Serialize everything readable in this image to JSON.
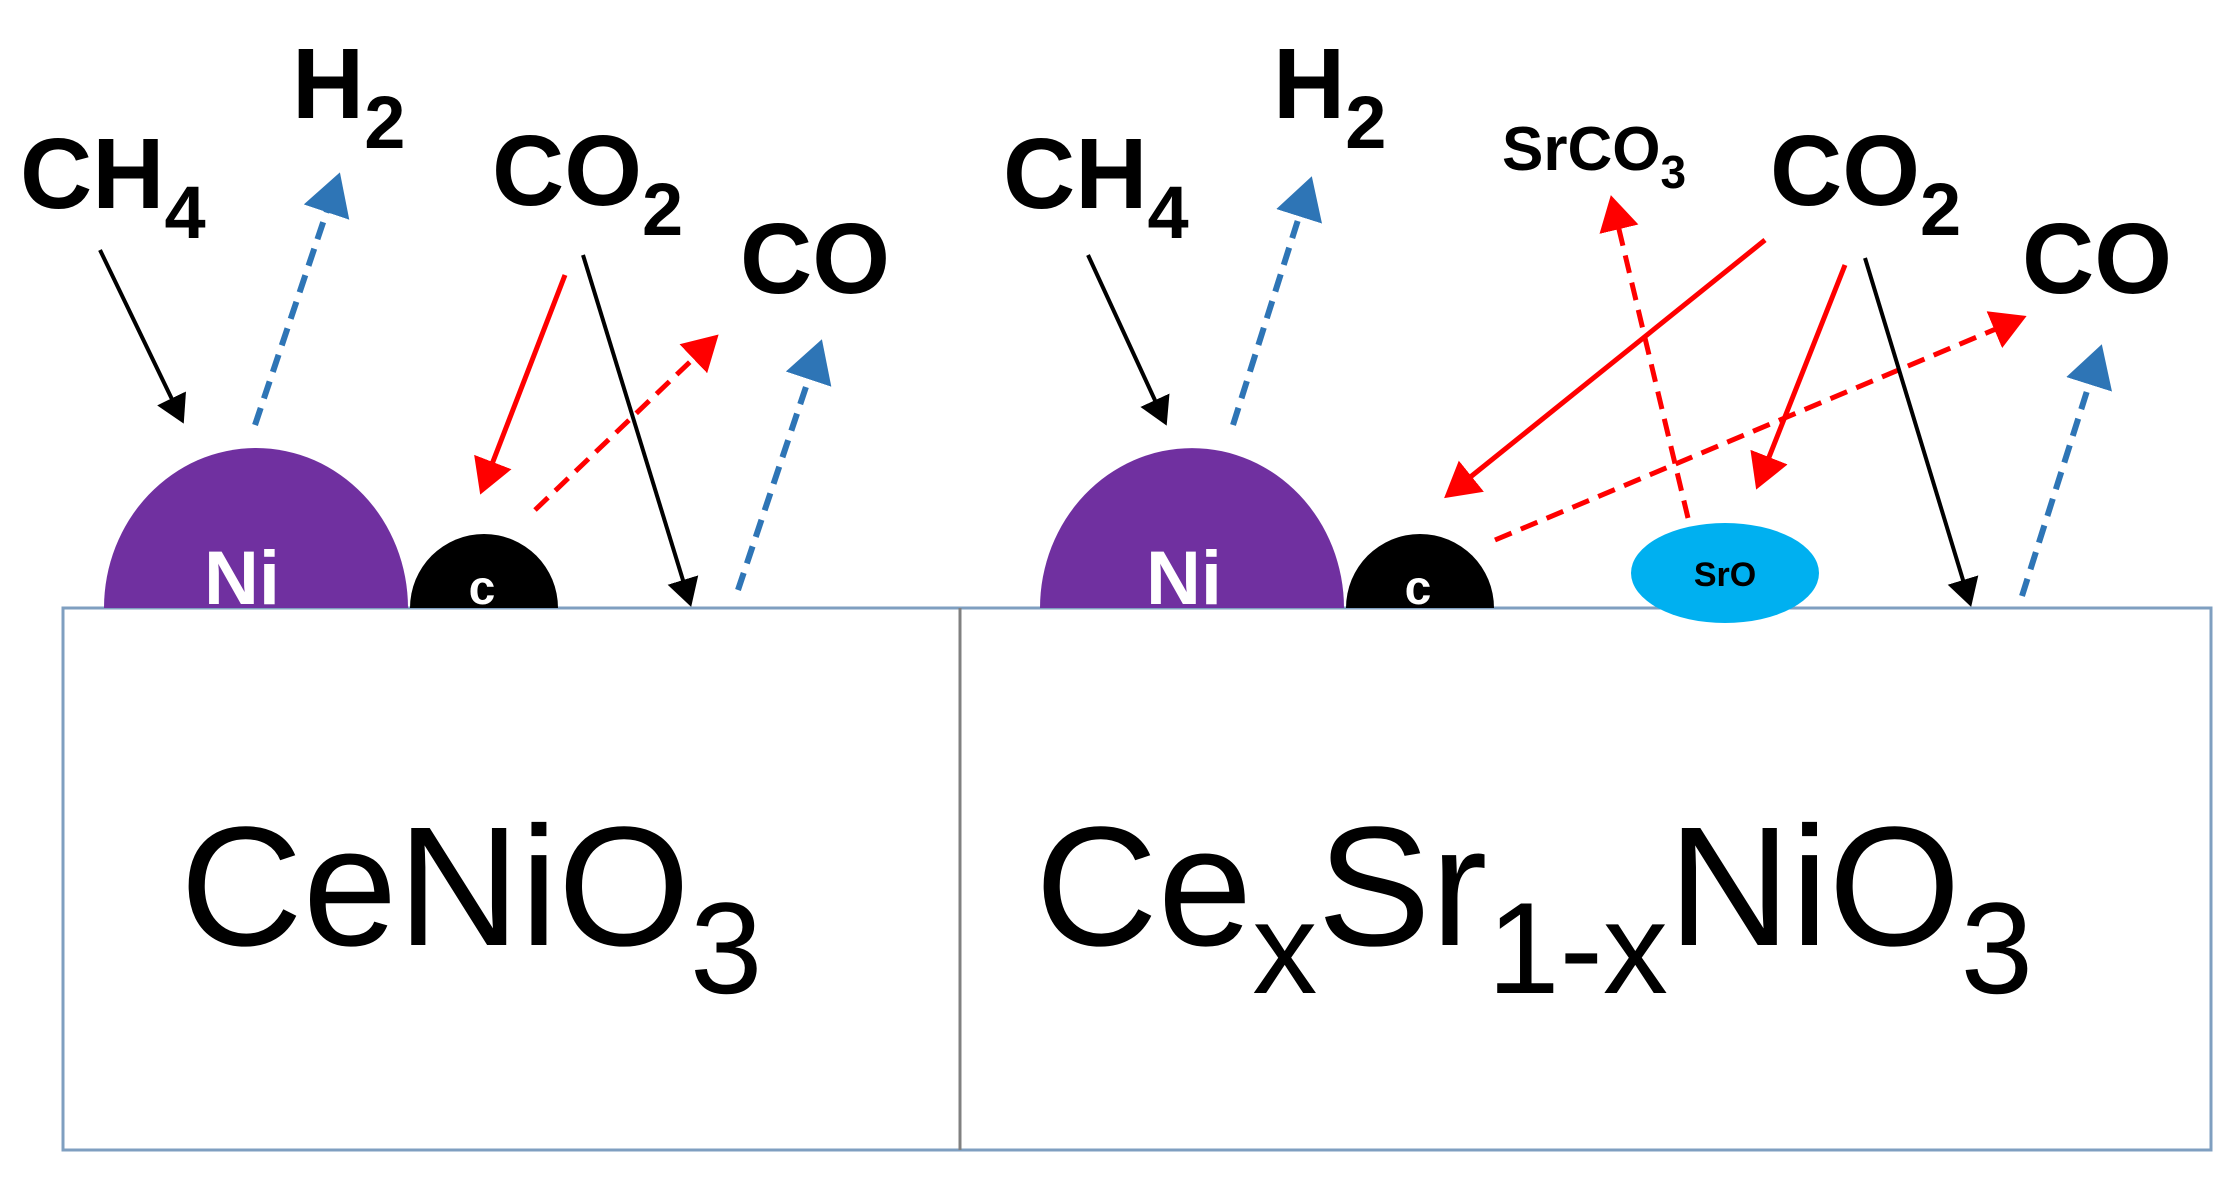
{
  "left_panel": {
    "ch4": {
      "main": "CH",
      "sub": "4"
    },
    "h2": {
      "main": "H",
      "sub": "2"
    },
    "co2": {
      "main": "CO",
      "sub": "2"
    },
    "co": "CO",
    "ni_label": "Ni",
    "c_label": "c",
    "support": {
      "main": "CeNiO",
      "sub": "3"
    }
  },
  "right_panel": {
    "ch4": {
      "main": "CH",
      "sub": "4"
    },
    "h2": {
      "main": "H",
      "sub": "2"
    },
    "srco3": {
      "main": "SrCO",
      "sub": "3"
    },
    "co2": {
      "main": "CO",
      "sub": "2"
    },
    "co": "CO",
    "ni_label": "Ni",
    "c_label": "c",
    "sro_label": "SrO",
    "support": {
      "p1": "Ce",
      "s1": "x",
      "p2": "Sr",
      "s2": "1-x",
      "p3": "NiO",
      "s3": "3"
    }
  },
  "colors": {
    "ni": "#7030a0",
    "carbon": "#000000",
    "sro": "#00b0f0",
    "black_arrow": "#000000",
    "red_arrow": "#ff0000",
    "blue_arrow": "#2e75b6",
    "box_border": "#7f9fc0",
    "divider": "#808080"
  }
}
